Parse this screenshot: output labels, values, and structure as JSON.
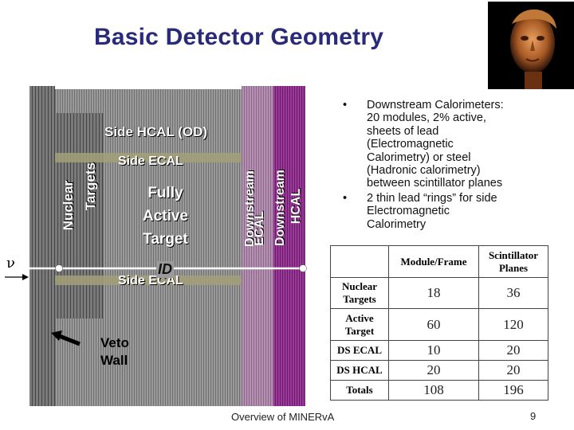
{
  "slide": {
    "title": "Basic Detector Geometry",
    "footer": "Overview of MINERvA",
    "page_number": "9"
  },
  "diagram": {
    "labels": {
      "side_hcal": "Side HCAL (OD)",
      "side_ecal_top": "Side ECAL",
      "side_ecal_bottom": "Side ECAL",
      "nuclear": "Nuclear",
      "targets": "Targets",
      "fully": "Fully",
      "active": "Active",
      "target": "Target",
      "id": "ID",
      "downstream_ecal_1": "Downstream",
      "downstream_ecal_2": "ECAL",
      "downstream_hcal_1": "Downstream",
      "downstream_hcal_2": "HCAL",
      "nu": "ν",
      "veto": "Veto",
      "wall": "Wall"
    },
    "colors": {
      "detector_gray": "#8f8f8f",
      "ecal_band": "#a3a07a",
      "downstream_ecal": "#a77aa6",
      "downstream_hcal": "#9a3a98"
    }
  },
  "bullets": [
    {
      "marker": "•",
      "lines": [
        "Downstream Calorimeters:",
        "20 modules, 2% active,",
        "sheets of lead",
        "(Electromagnetic",
        "Calorimetry) or steel",
        "(Hadronic calorimetry)",
        "between scintillator planes"
      ]
    },
    {
      "marker": "•",
      "lines": [
        "2 thin lead “rings” for side",
        "Electromagnetic",
        "Calorimetry"
      ]
    }
  ],
  "table": {
    "headers": [
      "",
      "Module/Frame",
      "Scintillator Planes"
    ],
    "rows": [
      {
        "label": "Nuclear Targets",
        "modules": "18",
        "planes": "36"
      },
      {
        "label": "Active Target",
        "modules": "60",
        "planes": "120"
      },
      {
        "label": "DS ECAL",
        "modules": "10",
        "planes": "20"
      },
      {
        "label": "DS HCAL",
        "modules": "20",
        "planes": "20"
      },
      {
        "label": "Totals",
        "modules": "108",
        "planes": "196"
      }
    ]
  },
  "photo": {
    "icon": "statue-head-photo"
  }
}
